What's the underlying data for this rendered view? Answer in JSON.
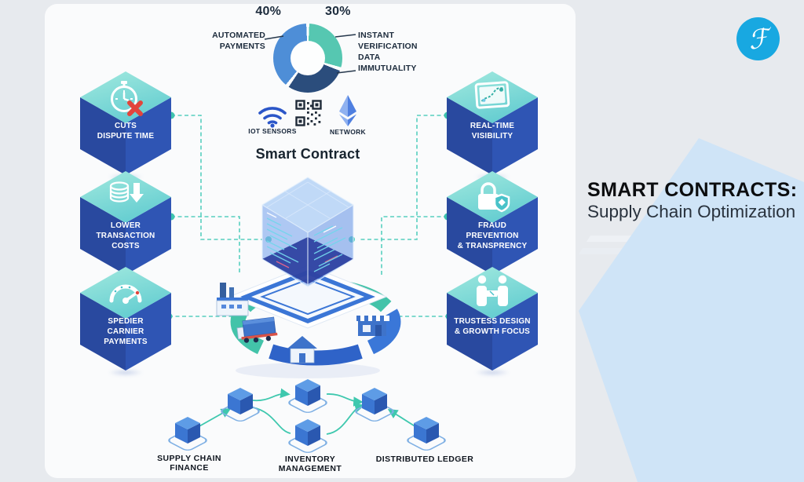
{
  "heading": {
    "title": "SMART CONTRACTS:",
    "subtitle": "Supply Chain Optimization"
  },
  "logo": {
    "glyph": "ℱ",
    "bg": "#18a8e1"
  },
  "donut": {
    "pct_left": "40%",
    "pct_right": "30%",
    "label_left": "AUTOMATED\nPAYMENTS",
    "label_right": "INSTANT\nVERIFICATION\nDATA\nIMMUTUALITY"
  },
  "chart_data": {
    "type": "pie",
    "labels": [
      "AUTOMATED PAYMENTS",
      "INSTANT VERIFICATION DATA IMMUTUALITY",
      "unlabeled"
    ],
    "values": [
      40,
      30,
      30
    ],
    "colors": [
      "#4e8ed7",
      "#56c7b1",
      "#2b4d7c"
    ],
    "title": ""
  },
  "tech": {
    "iot": "IOT SENSORS",
    "network": "NETWORK"
  },
  "center": {
    "title": "Smart Contract"
  },
  "benefits": {
    "left": [
      {
        "label": "CUTS\nDISPUTE TIME",
        "icon": "stopwatch-x-icon"
      },
      {
        "label": "LOWER\nTRANSACTION\nCOSTS",
        "icon": "coins-down-icon"
      },
      {
        "label": "SPEDIER\nCARNIER\nPAYMENTS",
        "icon": "speedometer-icon"
      }
    ],
    "right": [
      {
        "label": "REAL-TIME\nVISIBILITY",
        "icon": "map-icon"
      },
      {
        "label": "FRAUD\nPREVENTION\n& TRANSPRENCY",
        "icon": "lock-shield-icon"
      },
      {
        "label": "TRUSTESS DESIGN\n& GROWTH FOCUS",
        "icon": "handshake-icon"
      }
    ]
  },
  "network_nodes": [
    "SUPPLY CHAIN FINANCE",
    "INVENTORY MANAGEMENT",
    "DISTRIBUTED LEDGER"
  ],
  "colors": {
    "teal": "#43c3a9",
    "blue": "#3a77d8",
    "navy": "#2b4d7c",
    "hex_top": "#59c8ce",
    "hex_face": "#2f55b4",
    "accent_bg": "#cfe4f7"
  }
}
